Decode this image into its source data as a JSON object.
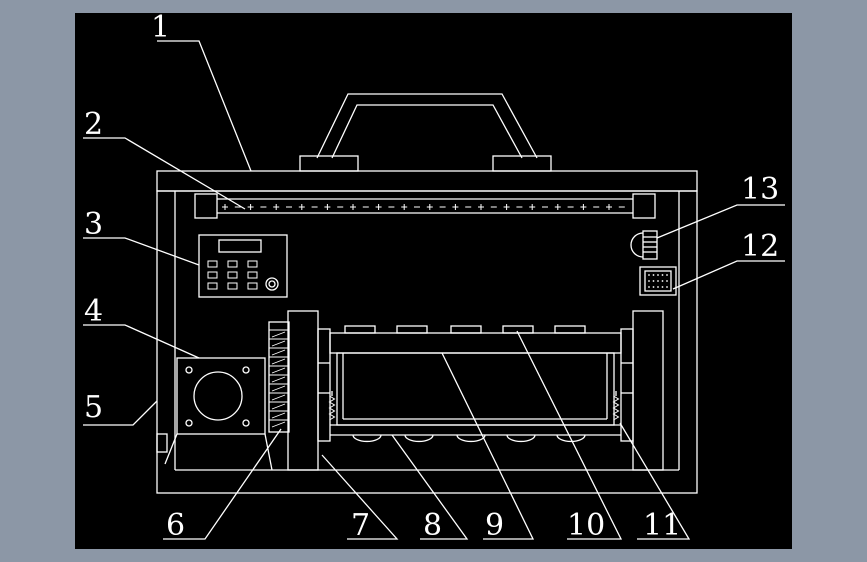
{
  "colors": {
    "outer_background": "#8c97a6",
    "canvas_background": "#000000",
    "stroke": "#ffffff"
  },
  "labels": {
    "l1": "1",
    "l2": "2",
    "l3": "3",
    "l4": "4",
    "l5": "5",
    "l6": "6",
    "l7": "7",
    "l8": "8",
    "l9": "9",
    "l10": "10",
    "l11": "11",
    "l12": "12",
    "l13": "13"
  }
}
